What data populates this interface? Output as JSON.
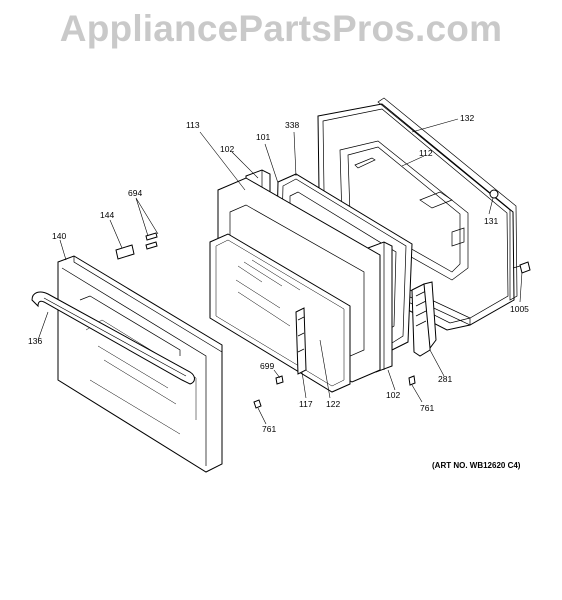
{
  "watermark": "AppliancePartsPros.com",
  "art_number": "(ART NO. WB12620 C4)",
  "callouts": {
    "c113": "113",
    "c101": "101",
    "c338": "338",
    "c132": "132",
    "c102a": "102",
    "c112": "112",
    "c694": "694",
    "c131": "131",
    "c144": "144",
    "c140": "140",
    "c1005": "1005",
    "c136": "136",
    "c699": "699",
    "c281": "281",
    "c102b": "102",
    "c117": "117",
    "c122": "122",
    "c761a": "761",
    "c761b": "761"
  }
}
